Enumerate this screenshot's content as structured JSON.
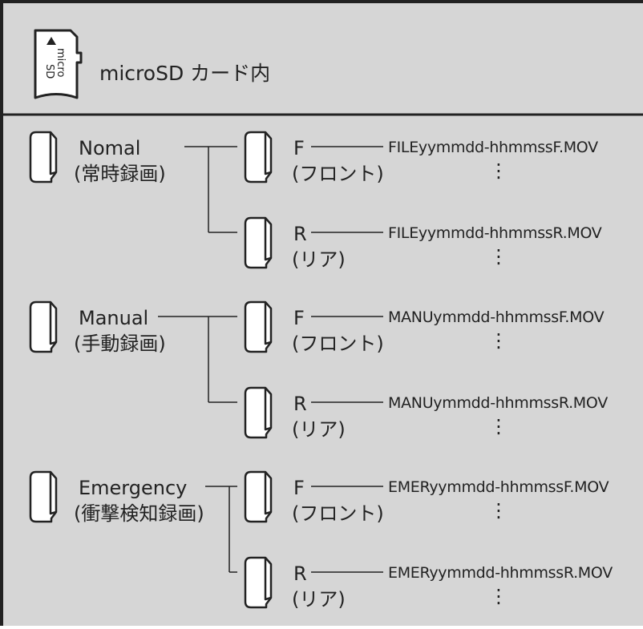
{
  "title": "microSD カード内",
  "sd_card_label": [
    "micro",
    "SD"
  ],
  "colors": {
    "background": "#d6d6d6",
    "line": "#222222",
    "folder_fill": "#ffffff"
  },
  "groups": [
    {
      "name": "Nomal",
      "sub": "(常時録画)",
      "children": [
        {
          "name": "F",
          "sub": "(フロント)",
          "file": "FILEyymmdd-hhmmssF.MOV",
          "more": "⋮"
        },
        {
          "name": "R",
          "sub": "(リア)",
          "file": "FILEyymmdd-hhmmssR.MOV",
          "more": "⋮"
        }
      ]
    },
    {
      "name": "Manual",
      "sub": "(手動録画)",
      "children": [
        {
          "name": "F",
          "sub": "(フロント)",
          "file": "MANUymmdd-hhmmssF.MOV",
          "more": "⋮"
        },
        {
          "name": "R",
          "sub": "(リア)",
          "file": "MANUymmdd-hhmmssR.MOV",
          "more": "⋮"
        }
      ]
    },
    {
      "name": "Emergency",
      "sub": "(衝撃検知録画)",
      "children": [
        {
          "name": "F",
          "sub": "(フロント)",
          "file": "EMERyymmdd-hhmmssF.MOV",
          "more": "⋮"
        },
        {
          "name": "R",
          "sub": "(リア)",
          "file": "EMERyymmdd-hhmmssR.MOV",
          "more": "⋮"
        }
      ]
    }
  ]
}
